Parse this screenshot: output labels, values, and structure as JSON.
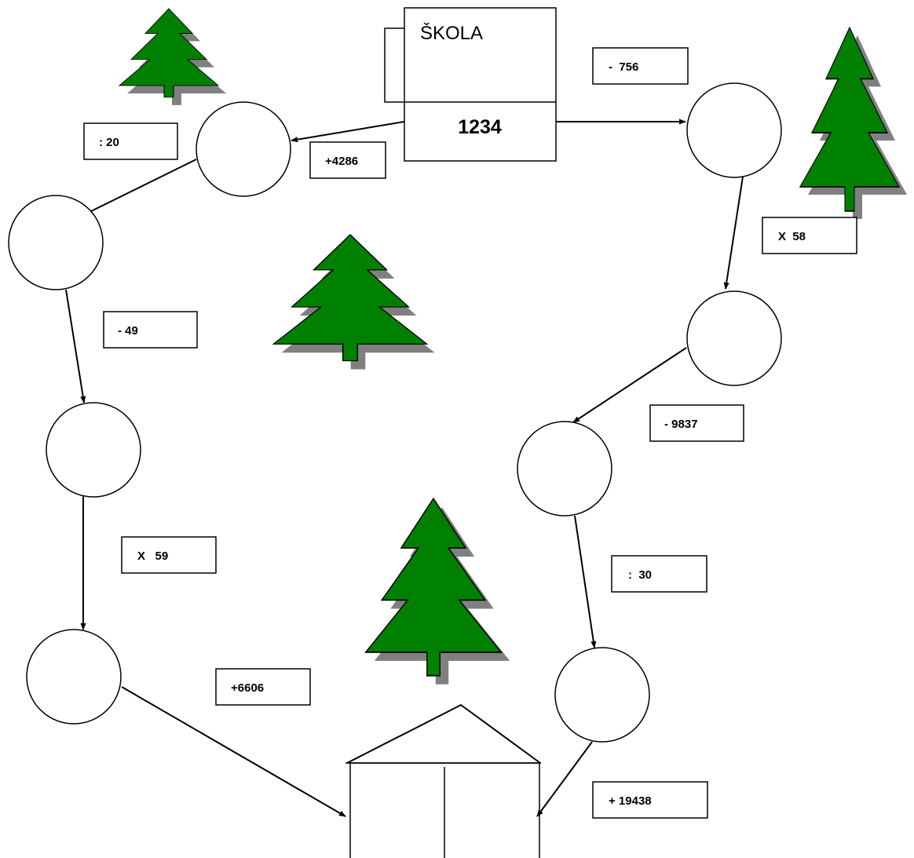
{
  "school": {
    "label": "ŠKOLA",
    "start_value": "1234"
  },
  "operations": [
    {
      "id": "op-minus-756",
      "text": "-  756"
    },
    {
      "id": "op-times-58",
      "text": "X  58"
    },
    {
      "id": "op-minus-9837",
      "text": "- 9837"
    },
    {
      "id": "op-div-30",
      "text": ":  30"
    },
    {
      "id": "op-plus-19438",
      "text": "+ 19438"
    },
    {
      "id": "op-plus-4286",
      "text": "+4286"
    },
    {
      "id": "op-div-20",
      "text": ": 20"
    },
    {
      "id": "op-minus-49",
      "text": "- 49"
    },
    {
      "id": "op-times-59",
      "text": "X   59"
    },
    {
      "id": "op-plus-6606",
      "text": "+6606"
    }
  ],
  "colors": {
    "tree": "#008000",
    "tree_shadow": "#808080",
    "line": "#000000"
  }
}
